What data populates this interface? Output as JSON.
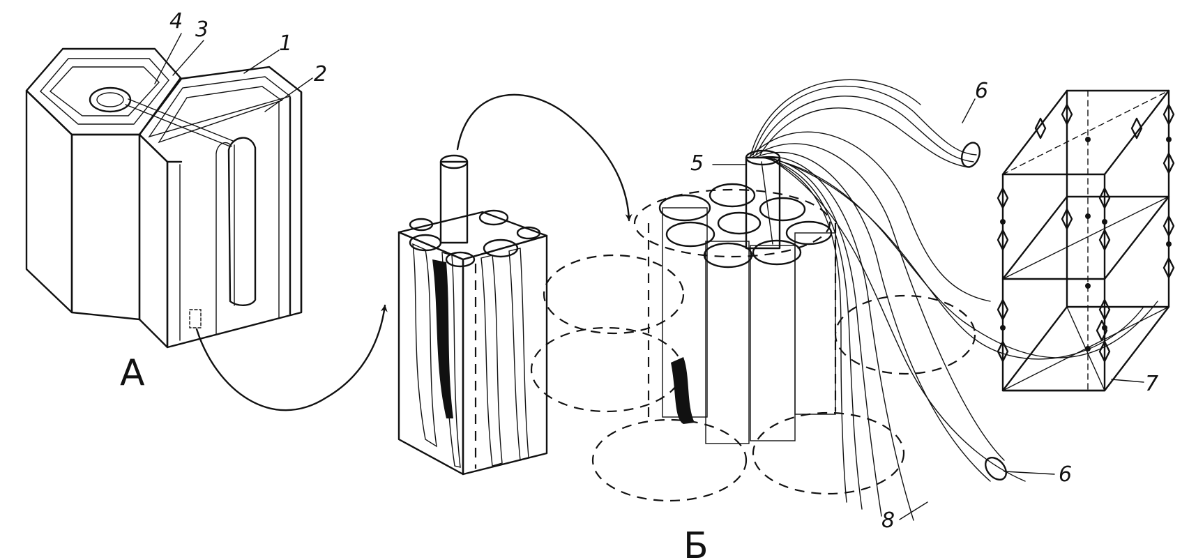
{
  "labels": {
    "section_a": "А",
    "section_b": "Б",
    "n1": "1",
    "n2": "2",
    "n3": "3",
    "n4": "4",
    "n5": "5",
    "n6_top": "6",
    "n6_bottom": "6",
    "n7": "7",
    "n8": "8"
  },
  "colors": {
    "ink": "#111111",
    "paper": "#ffffff"
  }
}
